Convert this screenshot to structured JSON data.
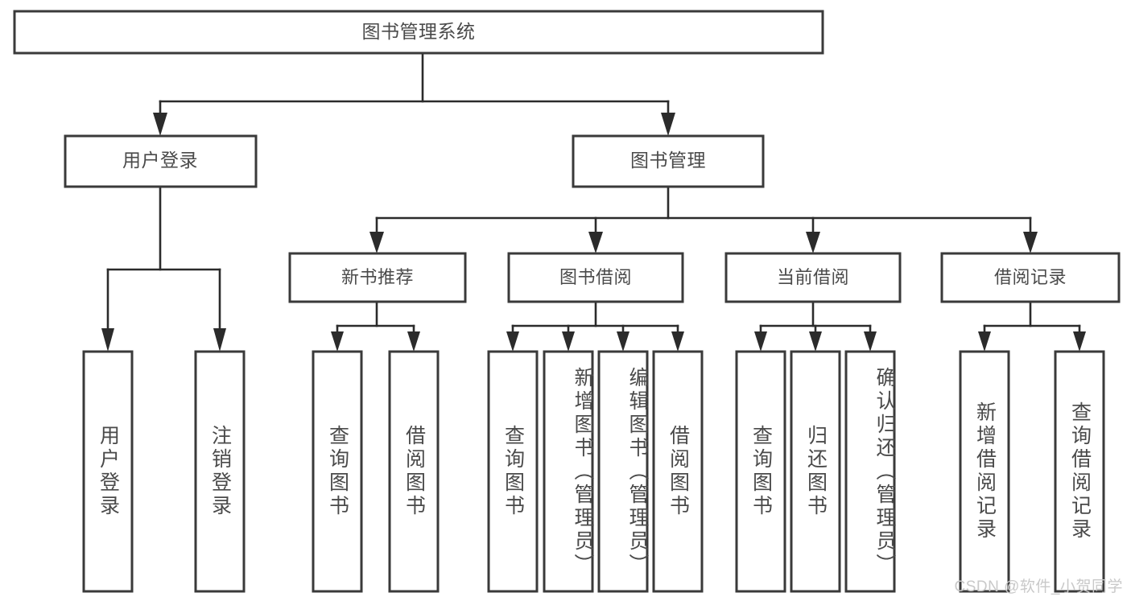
{
  "diagram": {
    "title": "图书管理系统",
    "watermark": "CSDN @软件_小贺同学",
    "colors": {
      "background": "#ffffff",
      "box_border": "#3a3a3a",
      "connector": "#2b2b2b",
      "text": "#4a4a4a",
      "watermark": "#c9c9c9"
    },
    "levels": {
      "root": {
        "label": "图书管理系统"
      },
      "level2": [
        {
          "label": "用户登录"
        },
        {
          "label": "图书管理"
        }
      ],
      "level3": [
        {
          "label": "新书推荐"
        },
        {
          "label": "图书借阅"
        },
        {
          "label": "当前借阅"
        },
        {
          "label": "借阅记录"
        }
      ],
      "leaves": [
        {
          "label": "用户登录",
          "parent": "用户登录"
        },
        {
          "label": "注销登录",
          "parent": "用户登录"
        },
        {
          "label": "查询图书",
          "parent": "新书推荐"
        },
        {
          "label": "借阅图书",
          "parent": "新书推荐"
        },
        {
          "label": "查询图书",
          "parent": "图书借阅"
        },
        {
          "label": "新增图书（管理员）",
          "parent": "图书借阅"
        },
        {
          "label": "编辑图书（管理员）",
          "parent": "图书借阅"
        },
        {
          "label": "借阅图书",
          "parent": "图书借阅"
        },
        {
          "label": "查询图书",
          "parent": "当前借阅"
        },
        {
          "label": "归还图书",
          "parent": "当前借阅"
        },
        {
          "label": "确认归还（管理员）",
          "parent": "当前借阅"
        },
        {
          "label": "新增借阅记录",
          "parent": "借阅记录"
        },
        {
          "label": "查询借阅记录",
          "parent": "借阅记录"
        }
      ]
    }
  }
}
